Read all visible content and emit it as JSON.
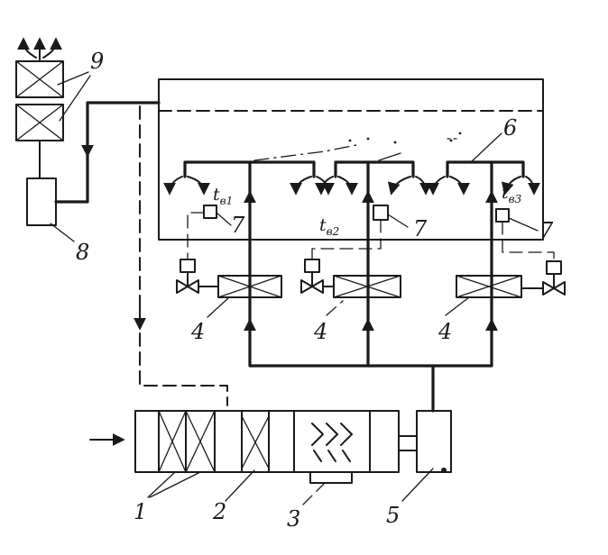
{
  "labels": {
    "n1": "1",
    "n2": "2",
    "n3": "3",
    "n4a": "4",
    "n4b": "4",
    "n4c": "4",
    "n5": "5",
    "n6": "6",
    "n7a": "7",
    "n7b": "7",
    "n7c": "7",
    "n8": "8",
    "n9": "9"
  },
  "temps": {
    "t1": {
      "main": "t",
      "sub": "в1"
    },
    "t2": {
      "main": "t",
      "sub": "в2"
    },
    "t3": {
      "main": "t",
      "sub": "в3"
    }
  }
}
